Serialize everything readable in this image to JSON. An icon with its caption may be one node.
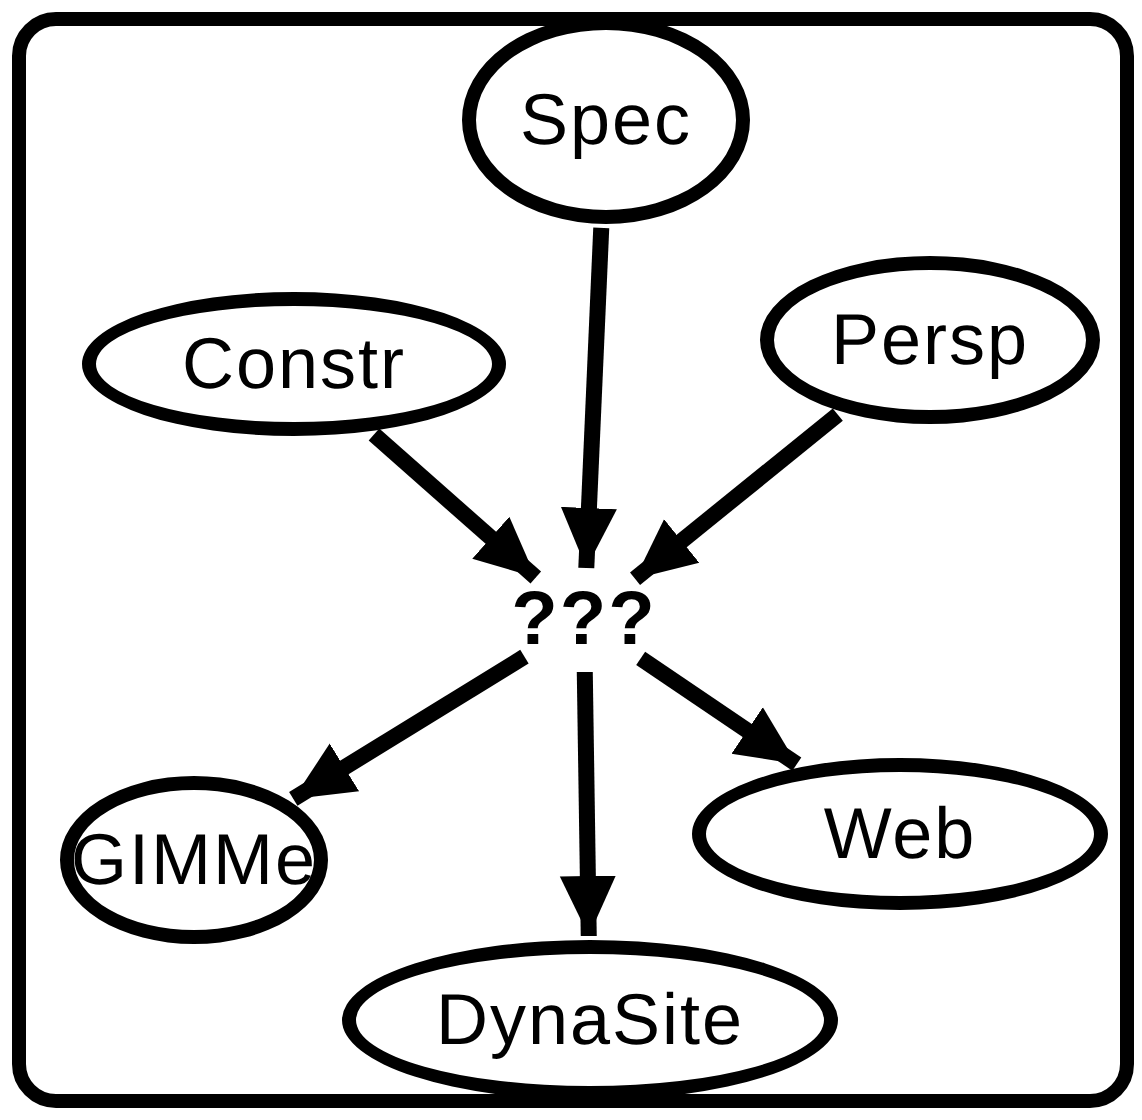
{
  "diagram": {
    "nodes": [
      {
        "text": [
          "Spec"
        ]
      },
      {
        "text": [
          "Constr"
        ]
      },
      {
        "text": [
          "Persp"
        ]
      },
      {
        "text": [
          "???"
        ]
      },
      {
        "text": [
          "GIMMe"
        ]
      },
      {
        "text": [
          "DynaSite"
        ]
      },
      {
        "text": [
          "Web"
        ]
      }
    ],
    "edges": [
      {
        "from": 0,
        "to": 3,
        "arrow": "to"
      },
      {
        "from": 1,
        "to": 3,
        "arrow": "to"
      },
      {
        "from": 2,
        "to": 3,
        "arrow": "to"
      },
      {
        "from": 3,
        "to": 4,
        "arrow": "to"
      },
      {
        "from": 3,
        "to": 5,
        "arrow": "to"
      },
      {
        "from": 3,
        "to": 6,
        "arrow": "to"
      }
    ]
  }
}
